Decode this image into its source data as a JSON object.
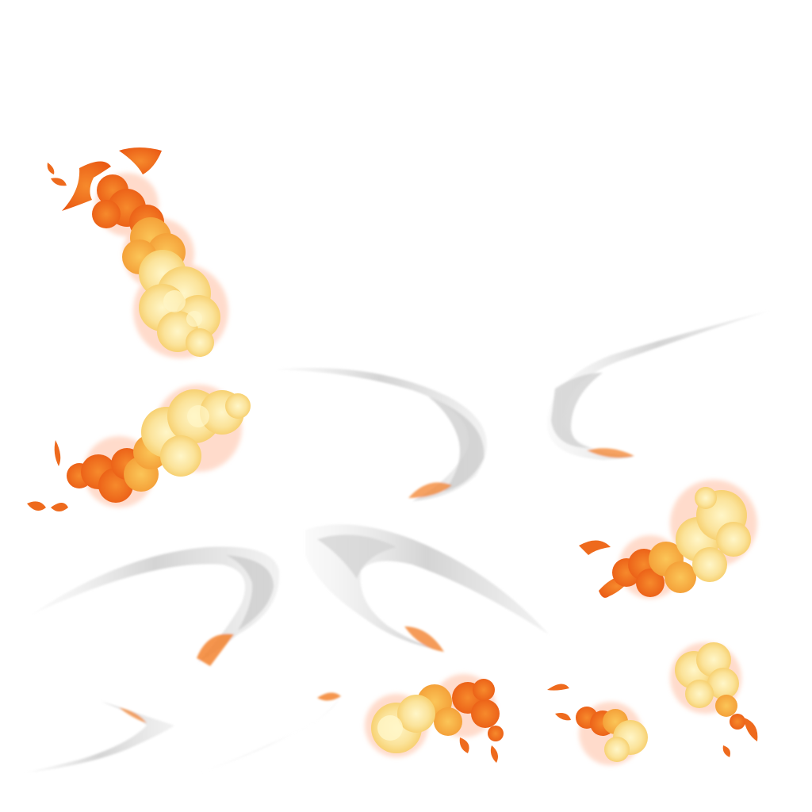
{
  "sprite_sheet": {
    "background": "#ffffff",
    "palette": {
      "flame_outer": "#f06a1c",
      "flame_mid": "#f7a23a",
      "flame_core": "#fbe39a",
      "flame_highlight": "#fff6c8",
      "glow": "#ffcfb8",
      "smoke_light": "#f0f0f0",
      "smoke_mid": "#d8d8d8",
      "smoke_dark": "#bcbcbc",
      "ember_tip": "#f3832e"
    },
    "sprites": [
      {
        "name": "fire-plume-tall-icon",
        "kind": "flame-trail"
      },
      {
        "name": "fire-plume-horizontal-icon",
        "kind": "flame-trail"
      },
      {
        "name": "fire-plume-right-icon",
        "kind": "flame-trail"
      },
      {
        "name": "fire-puff-bottom-icon",
        "kind": "flame-trail"
      },
      {
        "name": "fire-puff-small-icon",
        "kind": "flame-trail"
      },
      {
        "name": "fire-burst-corner-icon",
        "kind": "flame-trail"
      },
      {
        "name": "smoke-wisp-center-icon",
        "kind": "smoke-trail"
      },
      {
        "name": "smoke-wisp-right-icon",
        "kind": "smoke-trail"
      },
      {
        "name": "smoke-arc-left-icon",
        "kind": "smoke-trail"
      },
      {
        "name": "smoke-arc-middle-icon",
        "kind": "smoke-trail"
      },
      {
        "name": "smoke-swoosh-small-icon",
        "kind": "smoke-trail"
      },
      {
        "name": "smoke-swoosh-thin-icon",
        "kind": "smoke-trail"
      }
    ]
  }
}
